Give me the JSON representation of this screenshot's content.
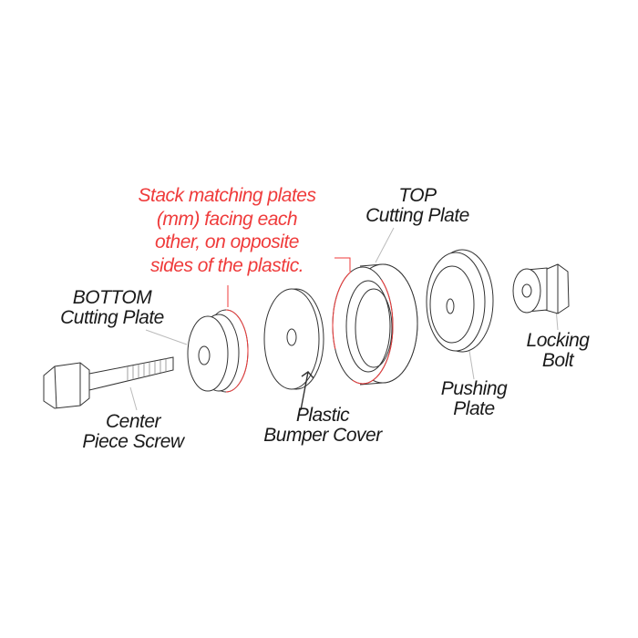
{
  "note": {
    "lines": [
      "Stack matching plates",
      "(mm) facing each",
      "other, on opposite",
      "sides of the plastic."
    ],
    "color": "#ef3b3b"
  },
  "labels": {
    "top_plate": [
      "TOP",
      "Cutting Plate"
    ],
    "bottom_plate": [
      "BOTTOM",
      "Cutting Plate"
    ],
    "locking_bolt": [
      "Locking",
      "Bolt"
    ],
    "pushing_plate": [
      "Pushing",
      "Plate"
    ],
    "bumper_cover": [
      "Plastic",
      "Bumper Cover"
    ],
    "center_screw": [
      "Center",
      "Piece Screw"
    ]
  }
}
